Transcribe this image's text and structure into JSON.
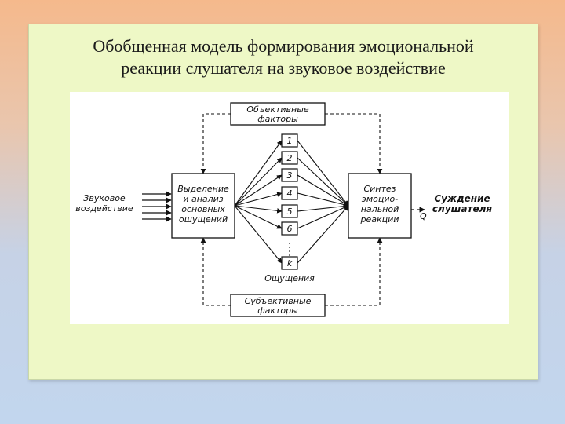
{
  "slide": {
    "title_line1": "Обобщенная модель формирования эмоциональной",
    "title_line2": "реакции слушателя на звуковое воздействие"
  },
  "diagram": {
    "objective_factors": [
      "Объективные",
      "факторы"
    ],
    "subjective_factors": [
      "Субъективные",
      "факторы"
    ],
    "input_label": [
      "Звуковое",
      "воздействие"
    ],
    "analysis_box": [
      "Выделение",
      "и анализ",
      "основных",
      "ощущений"
    ],
    "synthesis_box": [
      "Синтез",
      "эмоцио-",
      "нальной",
      "реакции"
    ],
    "sensations": [
      "1",
      "2",
      "3",
      "4",
      "5",
      "6",
      "k"
    ],
    "sensations_caption": "Ощущения",
    "output_symbol": "Q",
    "output_label": [
      "Суждение",
      "слушателя"
    ]
  }
}
